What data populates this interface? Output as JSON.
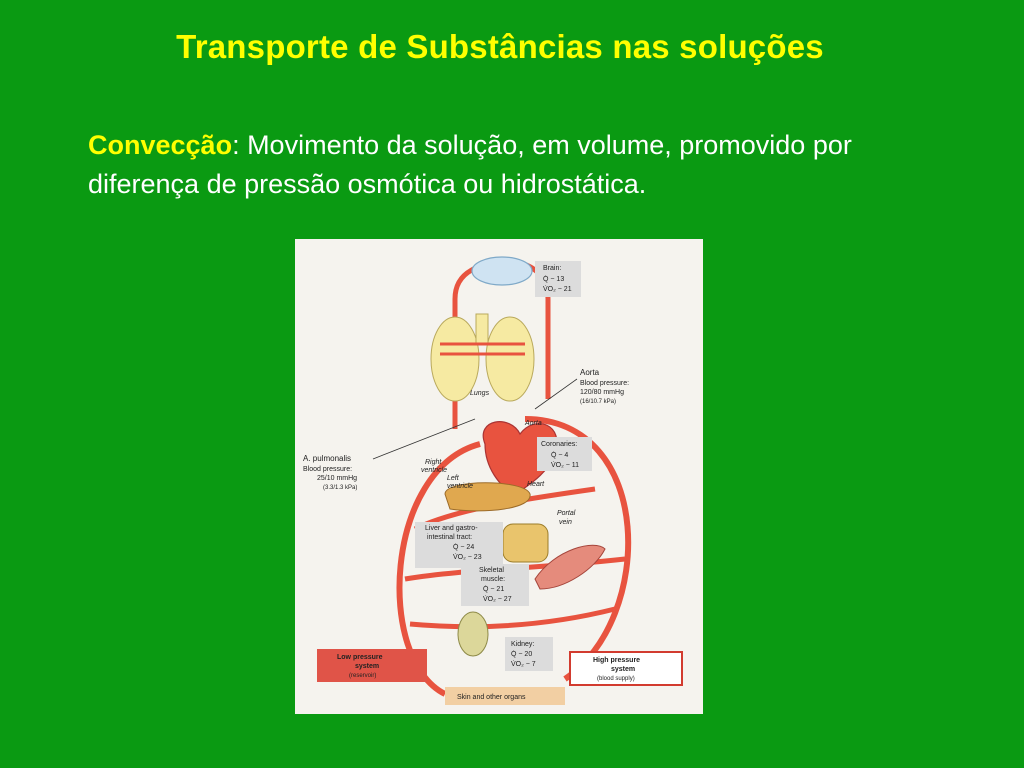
{
  "slide": {
    "title": "Transporte de Substâncias nas soluções",
    "term": "Convecção",
    "definition": ": Movimento da solução, em volume, promovido por diferença de pressão osmótica ou hidrostática."
  },
  "figure": {
    "brain": {
      "name": "Brain:",
      "q": "Q̇   − 13",
      "v": "V̇O₂ − 21"
    },
    "lungs": "Lungs",
    "aorta": {
      "name": "Aorta",
      "bp1": "Blood pressure:",
      "bp2": "120/80 mmHg",
      "bp3": "(16/10.7 kPa)",
      "small": "Aorta"
    },
    "pulmonalis": {
      "name": "A. pulmonalis",
      "bp1": "Blood pressure:",
      "bp2": "25/10 mmHg",
      "bp3": "(3.3/1.3 kPa)"
    },
    "coronaries": {
      "name": "Coronaries:",
      "q": "Q̇   − 4",
      "v": "V̇O₂ − 11"
    },
    "heart": {
      "right": "Right",
      "ventricle1": "ventricle",
      "left": "Left",
      "ventricle2": "ventricle",
      "heart": "Heart"
    },
    "liver": {
      "name1": "Liver and gastro-",
      "name2": "intestinal tract:",
      "q": "Q̇   − 24",
      "v": "V̇O₂ − 23"
    },
    "portal": {
      "l1": "Portal",
      "l2": "vein"
    },
    "skeletal": {
      "name1": "Skeletal",
      "name2": "muscle:",
      "q": "Q̇   − 21",
      "v": "V̇O₂ − 27"
    },
    "kidney": {
      "name": "Kidney:",
      "q": "Q̇   − 20",
      "v": "V̇O₂ − 7"
    },
    "low": {
      "l1": "Low pressure",
      "l2": "system",
      "l3": "(reservoir)"
    },
    "high": {
      "l1": "High pressure",
      "l2": "system",
      "l3": "(blood supply)"
    },
    "skin": "Skin and other organs"
  },
  "colors": {
    "background": "#0a9a12",
    "title": "#ffff00",
    "vessel": "#e8533f",
    "low_box": "#e05448",
    "skin_box": "#f2cfa3"
  }
}
